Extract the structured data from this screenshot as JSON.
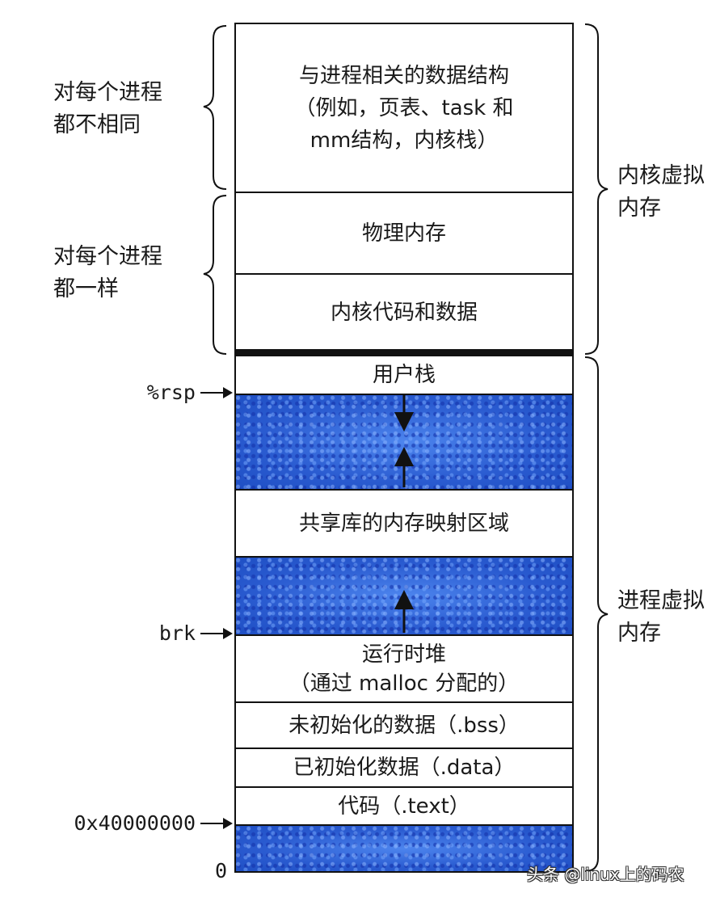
{
  "kernel_segments": [
    {
      "lines": [
        "与进程相关的数据结构",
        "（例如，页表、task 和",
        "mm结构，内核栈）"
      ]
    },
    {
      "lines": [
        "物理内存"
      ]
    },
    {
      "lines": [
        "内核代码和数据"
      ]
    }
  ],
  "user_segments": {
    "user_stack": "用户栈",
    "shared_libs": "共享库的内存映射区域",
    "heap": [
      "运行时堆",
      "（通过 malloc 分配的）"
    ],
    "bss": "未初始化的数据（.bss）",
    "data": "已初始化数据（.data）",
    "text": "代码（.text）"
  },
  "left_labels": {
    "per_process_diff": [
      "对每个进程",
      "都不相同"
    ],
    "per_process_same": [
      "对每个进程",
      "都一样"
    ]
  },
  "right_labels": {
    "kernel_vm": [
      "内核虚拟",
      "内存"
    ],
    "process_vm": [
      "进程虚拟",
      "内存"
    ]
  },
  "pointers": {
    "rsp": "%rsp",
    "brk": "brk",
    "text_start": "0x40000000",
    "zero": "0"
  },
  "watermark": "头条 @linux上的码农",
  "colors": {
    "free_region": "#2f63d6",
    "border": "#111111"
  }
}
